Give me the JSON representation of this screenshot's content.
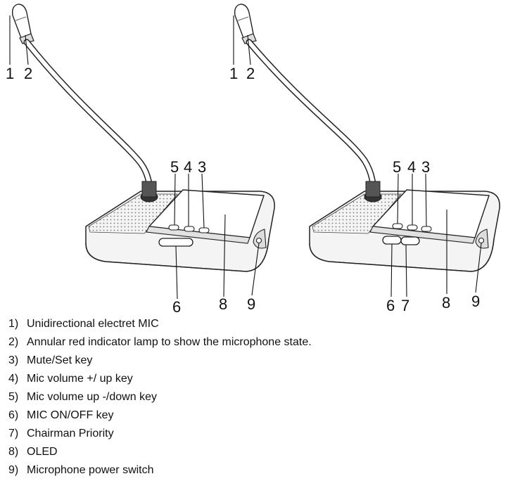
{
  "figure": {
    "left_unit": {
      "callouts": {
        "c1": "1",
        "c2": "2",
        "c3": "3",
        "c4": "4",
        "c5": "5",
        "c6": "6",
        "c8": "8",
        "c9": "9"
      }
    },
    "right_unit": {
      "callouts": {
        "c1": "1",
        "c2": "2",
        "c3": "3",
        "c4": "4",
        "c5": "5",
        "c6": "6",
        "c7": "7",
        "c8": "8",
        "c9": "9"
      }
    }
  },
  "legend": [
    {
      "num": "1)",
      "text": "Unidirectional electret MIC"
    },
    {
      "num": "2)",
      "text": "Annular red indicator lamp to show the microphone state."
    },
    {
      "num": "3)",
      "text": "Mute/Set key"
    },
    {
      "num": "4)",
      "text": "Mic volume +/ up key"
    },
    {
      "num": "5)",
      "text": "Mic volume up -/down key"
    },
    {
      "num": "6)",
      "text": "MIC ON/OFF key"
    },
    {
      "num": "7)",
      "text": "Chairman Priority"
    },
    {
      "num": "8)",
      "text": "OLED"
    },
    {
      "num": "9)",
      "text": "Microphone power switch"
    }
  ]
}
